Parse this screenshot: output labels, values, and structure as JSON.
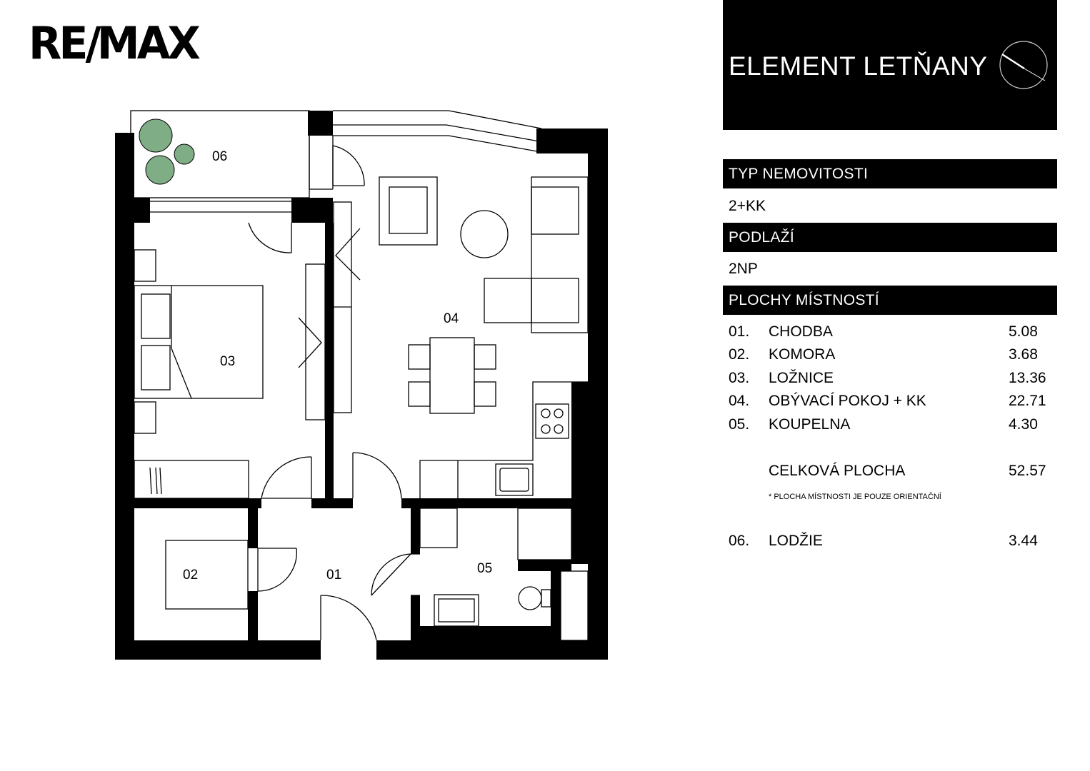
{
  "logo": "RE/MAX",
  "project_title": "ELEMENT LETŇANY",
  "sections": {
    "type_label": "TYP NEMOVITOSTI",
    "type_value": "2+KK",
    "floor_label": "PODLAŽÍ",
    "floor_value": "2NP",
    "areas_label": "PLOCHY MÍSTNOSTÍ"
  },
  "rooms": [
    {
      "num": "01.",
      "name": "CHODBA",
      "area": "5.08"
    },
    {
      "num": "02.",
      "name": "KOMORA",
      "area": "3.68"
    },
    {
      "num": "03.",
      "name": "LOŽNICE",
      "area": "13.36"
    },
    {
      "num": "04.",
      "name": "OBÝVACÍ POKOJ + KK",
      "area": "22.71"
    },
    {
      "num": "05.",
      "name": "KOUPELNA",
      "area": "4.30"
    }
  ],
  "total": {
    "label": "CELKOVÁ PLOCHA",
    "area": "52.57"
  },
  "note": "* PLOCHA MÍSTNOSTI JE POUZE ORIENTAČNÍ",
  "loggia": {
    "num": "06.",
    "name": "LODŽIE",
    "area": "3.44"
  },
  "plan_labels": {
    "r01": "01",
    "r02": "02",
    "r03": "03",
    "r04": "04",
    "r05": "05",
    "r06": "06"
  },
  "colors": {
    "plant": "#7fae86",
    "wall": "#000000"
  }
}
